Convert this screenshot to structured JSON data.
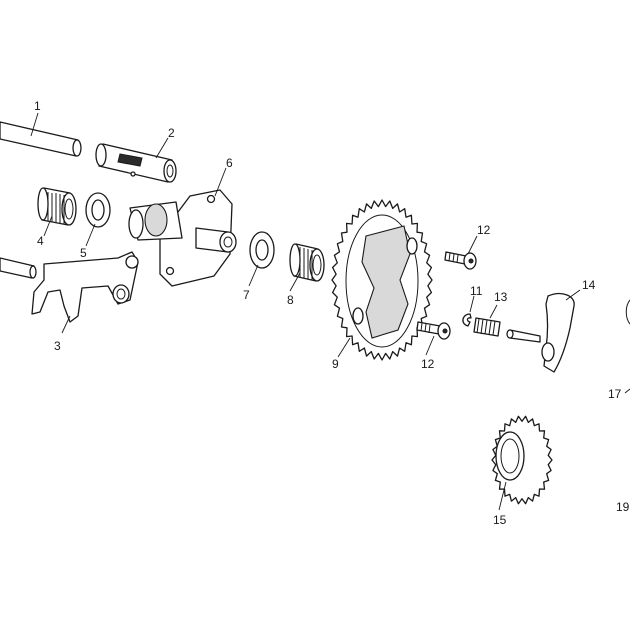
{
  "callouts": [
    {
      "id": "1",
      "text": "1"
    },
    {
      "id": "2",
      "text": "2"
    },
    {
      "id": "3",
      "text": "3"
    },
    {
      "id": "4",
      "text": "4"
    },
    {
      "id": "5",
      "text": "5"
    },
    {
      "id": "6",
      "text": "6"
    },
    {
      "id": "7",
      "text": "7"
    },
    {
      "id": "8",
      "text": "8"
    },
    {
      "id": "9",
      "text": "9"
    },
    {
      "id": "11",
      "text": "11"
    },
    {
      "id": "12a",
      "text": "12"
    },
    {
      "id": "12b",
      "text": "12"
    },
    {
      "id": "13",
      "text": "13"
    },
    {
      "id": "14",
      "text": "14"
    },
    {
      "id": "15",
      "text": "15"
    },
    {
      "id": "17",
      "text": "17"
    },
    {
      "id": "19",
      "text": "19"
    }
  ]
}
